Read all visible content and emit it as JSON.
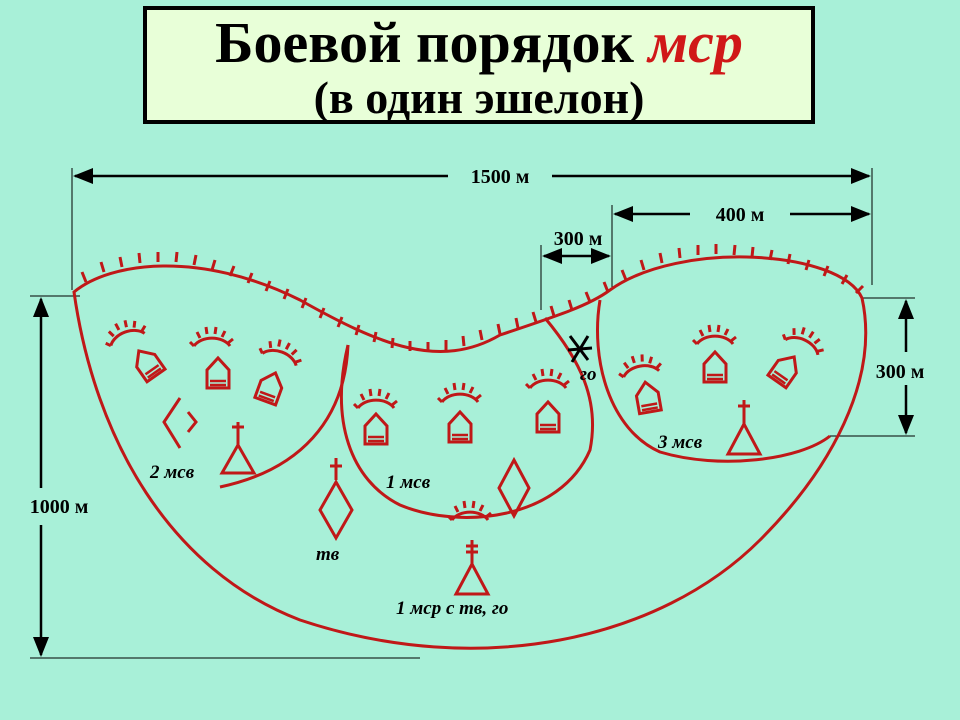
{
  "title": {
    "main": "Боевой порядок",
    "accent": "мср",
    "subtitle": "(в один эшелон)"
  },
  "dimensions": {
    "total_width": "1500 м",
    "right_width": "400 м",
    "gap": "300 м",
    "right_depth": "300 м",
    "total_depth": "1000 м"
  },
  "labels": {
    "msv1": "1 мсв",
    "msv2": "2 мсв",
    "msv3": "3 мсв",
    "tv": "тв",
    "go": "го",
    "mrs": "1 мср с тв, го"
  },
  "colors": {
    "background": "#a8f0d8",
    "symbol": "#c01818",
    "title_bg": "#e8ffd8"
  },
  "icons": [
    "vehicle-icon",
    "command-post-triangle-icon",
    "tank-diamond-icon",
    "grenade-launcher-x-icon"
  ]
}
